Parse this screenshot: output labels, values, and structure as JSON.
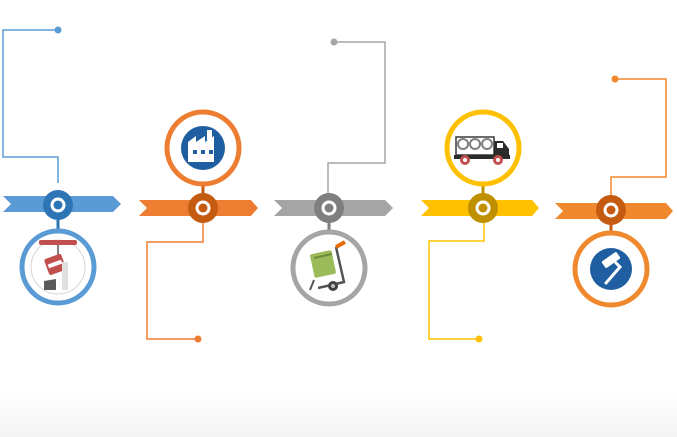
{
  "diagram": {
    "type": "process-timeline",
    "steps": [
      {
        "color": "#5b9bd5",
        "icon": "paint-bucket-crane-icon",
        "callout_direction": "up"
      },
      {
        "color": "#ed7d31",
        "icon": "factory-icon",
        "callout_direction": "down"
      },
      {
        "color": "#a5a5a5",
        "icon": "hand-truck-box-icon",
        "callout_direction": "up"
      },
      {
        "color": "#ffc000",
        "icon": "delivery-truck-icon",
        "callout_direction": "down"
      },
      {
        "color": "#f0892d",
        "icon": "paint-roller-icon",
        "callout_direction": "up"
      }
    ]
  }
}
